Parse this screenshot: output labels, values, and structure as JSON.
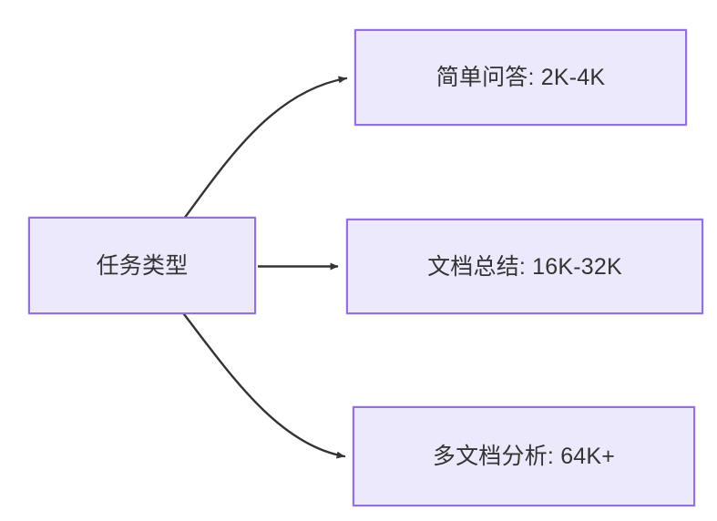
{
  "diagram": {
    "type": "flowchart",
    "direction": "left-to-right",
    "background_color": "#ffffff",
    "node_fill_color": "#ece9fc",
    "node_border_color": "#9370db",
    "node_text_color": "#333333",
    "edge_color": "#333333",
    "root": {
      "id": "root",
      "label": "任务类型"
    },
    "branches": [
      {
        "id": "simple-qa",
        "label": "简单问答: 2K-4K",
        "task": "简单问答",
        "token_range": "2K-4K",
        "edge_style": "curved-up"
      },
      {
        "id": "doc-summary",
        "label": "文档总结: 16K-32K",
        "task": "文档总结",
        "token_range": "16K-32K",
        "edge_style": "straight"
      },
      {
        "id": "multi-doc",
        "label": "多文档分析: 64K+",
        "task": "多文档分析",
        "token_range": "64K+",
        "edge_style": "curved-down"
      }
    ]
  }
}
